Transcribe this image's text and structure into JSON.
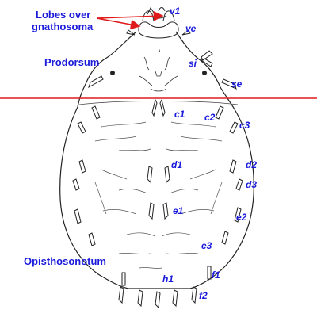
{
  "callout": {
    "line1": "Lobes over",
    "line2": "gnathosoma"
  },
  "regions": {
    "prodorsum": "Prodorsum",
    "opisthosonotum": "Opisthosonotum"
  },
  "setae": {
    "v1": "v1",
    "ve": "ve",
    "si": "si",
    "se": "se",
    "c1": "c1",
    "c2": "c2",
    "c3": "c3",
    "d1": "d1",
    "d2": "d2",
    "d3": "d3",
    "e1": "e1",
    "e2": "e2",
    "e3": "e3",
    "f1": "f1",
    "f2": "f2",
    "h1": "h1"
  },
  "colors": {
    "label_blue": "#1a1adb",
    "arrow_red": "#e01b1b",
    "divider_red": "#e01b1b",
    "drawing_black": "#222222"
  }
}
